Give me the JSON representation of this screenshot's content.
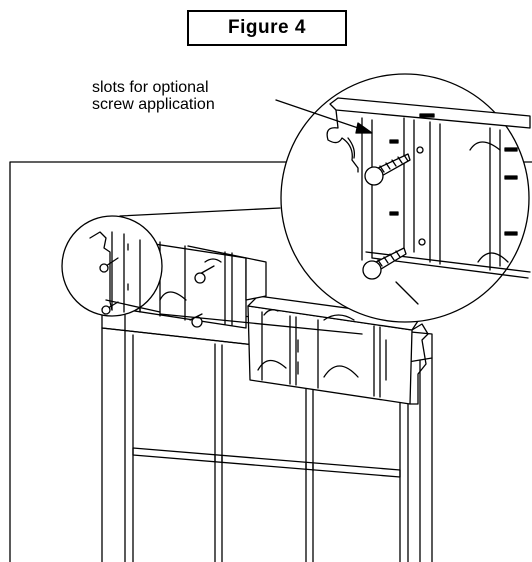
{
  "figure": {
    "title": "Figure 4"
  },
  "callout": {
    "line1": "slots for optional",
    "line2": "screw application"
  },
  "colors": {
    "stroke": "#000000",
    "background": "#ffffff"
  }
}
